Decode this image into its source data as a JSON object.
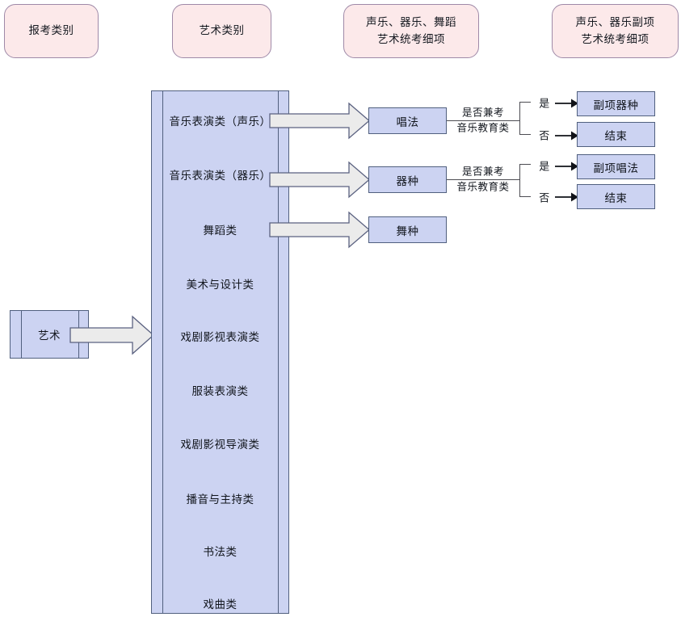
{
  "diagram": {
    "title_columns": [
      {
        "id": "col-application-category",
        "label": "报考类别"
      },
      {
        "id": "col-art-category",
        "label": "艺术类别"
      },
      {
        "id": "col-main-detail",
        "label": "声乐、器乐、舞蹈\n艺术统考细项"
      },
      {
        "id": "col-minor-detail",
        "label": "声乐、器乐副项\n艺术统考细项"
      }
    ],
    "headers": {
      "application_category": "报考类别",
      "art_category": "艺术类别",
      "main_detail_line1": "声乐、器乐、舞蹈",
      "main_detail_line2": "艺术统考细项",
      "minor_detail_line1": "声乐、器乐副项",
      "minor_detail_line2": "艺术统考细项"
    },
    "start_node": {
      "label": "艺术"
    },
    "art_categories": [
      {
        "label": "音乐表演类（声乐）",
        "has_branch": true
      },
      {
        "label": "音乐表演类（器乐）",
        "has_branch": true
      },
      {
        "label": "舞蹈类",
        "has_branch": true
      },
      {
        "label": "美术与设计类",
        "has_branch": false
      },
      {
        "label": "戏剧影视表演类",
        "has_branch": false
      },
      {
        "label": "服装表演类",
        "has_branch": false
      },
      {
        "label": "戏剧影视导演类",
        "has_branch": false
      },
      {
        "label": "播音与主持类",
        "has_branch": false
      },
      {
        "label": "书法类",
        "has_branch": false
      },
      {
        "label": "戏曲类",
        "has_branch": false
      }
    ],
    "detail_nodes": [
      {
        "label": "唱法"
      },
      {
        "label": "器种"
      },
      {
        "label": "舞种"
      }
    ],
    "decisions": [
      {
        "question_line1": "是否兼考",
        "question_line2": "音乐教育类",
        "yes_label": "是",
        "no_label": "否",
        "yes_target": "副项器种",
        "no_target": "结束"
      },
      {
        "question_line1": "是否兼考",
        "question_line2": "音乐教育类",
        "yes_label": "是",
        "no_label": "否",
        "yes_target": "副项唱法",
        "no_target": "结束"
      }
    ],
    "terminal_nodes": [
      {
        "label": "副项器种"
      },
      {
        "label": "结束"
      },
      {
        "label": "副项唱法"
      },
      {
        "label": "结束"
      }
    ],
    "colors": {
      "header_fill": "#fce9ea",
      "header_border": "#9f8aa8",
      "node_fill": "#ccd3f2",
      "node_border": "#51607f",
      "arrow_fill": "#ebebeb",
      "arrow_border": "#5a6180",
      "line": "#4c4c52",
      "background": "#ffffff"
    }
  }
}
